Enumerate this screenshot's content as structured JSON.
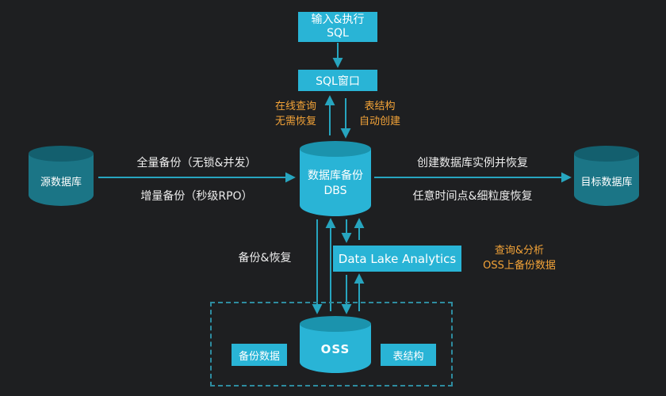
{
  "nodes": {
    "input_sql": {
      "line1": "输入&执行",
      "line2": "SQL"
    },
    "sql_window": {
      "label": "SQL窗口"
    },
    "source_db": {
      "label": "源数据库"
    },
    "dbs": {
      "line1": "数据库备份",
      "line2": "DBS"
    },
    "target_db": {
      "label": "目标数据库"
    },
    "data_lake_analytics": {
      "label": "Data Lake Analytics"
    },
    "backup_data": {
      "label": "备份数据"
    },
    "oss": {
      "label": "OSS"
    },
    "table_schema": {
      "label": "表结构"
    }
  },
  "labels": {
    "online_query": {
      "line1": "在线查询",
      "line2": "无需恢复"
    },
    "table_auto_create": {
      "line1": "表结构",
      "line2": "自动创建"
    },
    "full_backup": "全量备份（无锁&并发）",
    "incremental_backup": "增量备份（秒级RPO）",
    "create_instance_restore": "创建数据库实例并恢复",
    "point_in_time_restore": "任意时间点&细粒度恢复",
    "backup_restore": "备份&恢复",
    "query_analyze": {
      "line1": "查询&分析",
      "line2": "OSS上备份数据"
    }
  },
  "colors": {
    "background": "#1e1f21",
    "node_cyan": "#29b4d6",
    "cyan_cylinder_top": "#1b93ad",
    "teal_cylinder_body": "#1b7586",
    "teal_cylinder_top": "#135f6e",
    "arrow": "#27a5bf",
    "orange_text": "#f3a338",
    "white_text": "#ececec",
    "dashed_border": "#2e8ca0"
  }
}
